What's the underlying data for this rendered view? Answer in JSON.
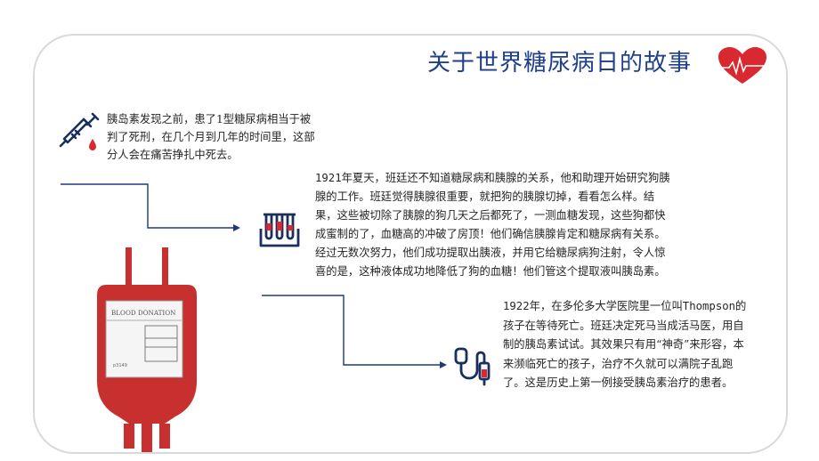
{
  "title": "关于世界糖尿病日的故事",
  "colors": {
    "title": "#1f3f8a",
    "accent_red": "#d9282f",
    "icon_navy": "#1b2f5e",
    "bag_red": "#c7302f"
  },
  "sections": [
    {
      "icon": "syringe-icon",
      "text": "胰岛素发现之前，患了1型糖尿病相当于被判了死刑，在几个月到几年的时间里，这部分人会在痛苦挣扎中死去。"
    },
    {
      "icon": "test-tubes-icon",
      "year": "1921",
      "text": "年夏天，班廷还不知道糖尿病和胰腺的关系，他和助理开始研究狗胰腺的工作。班廷觉得胰腺很重要，就把狗的胰腺切掉，看看怎么样。结果，这些被切除了胰腺的狗几天之后都死了，一测血糖发现，这些狗都快成蜜制的了，血糖高的冲破了房顶！他们确信胰腺肯定和糖尿病有关系。经过无数次努力，他们成功提取出胰液，并用它给糖尿病狗注射，令人惊喜的是，这种液体成功地降低了狗的血糖！他们管这个提取液叫胰岛素。"
    },
    {
      "icon": "iv-drip-icon",
      "year": "1922",
      "text_a": "年，在多伦多大学医院里一位叫",
      "name": "Thompson",
      "text_b": "的孩子在等待死亡。班廷决定死马当成活马医，用自制的胰岛素试试。其效果只有用“神奇”来形容，本来濒临死亡的孩子，治疗不久就可以满院子乱跑了。这是历史上第一例接受胰岛素治疗的患者。"
    }
  ],
  "blood_bag": {
    "label": "BLOOD DONATION",
    "code": "p3149"
  }
}
